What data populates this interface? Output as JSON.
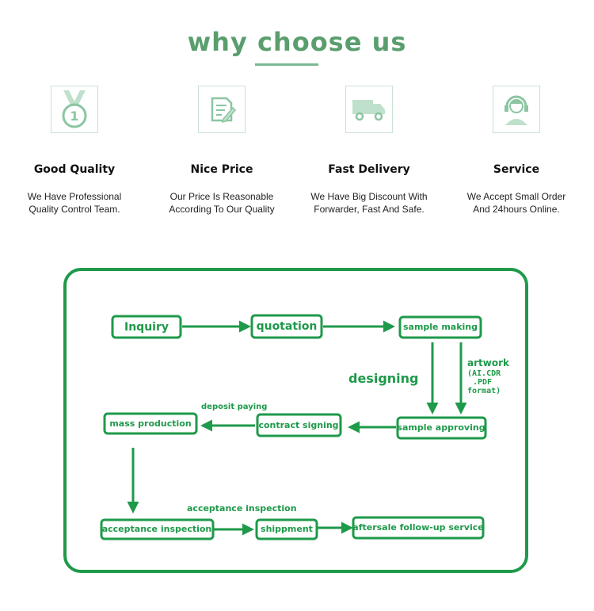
{
  "header": {
    "title": "why choose us"
  },
  "features": [
    {
      "icon": "medal-icon",
      "title": "Good Quality",
      "desc_line1": "We Have Professional",
      "desc_line2": "Quality Control Team."
    },
    {
      "icon": "document-pen-icon",
      "title": "Nice Price",
      "desc_line1": "Our Price Is Reasonable",
      "desc_line2": "According To Our Quality"
    },
    {
      "icon": "truck-icon",
      "title": "Fast Delivery",
      "desc_line1": "We Have Big Discount With",
      "desc_line2": "Forwarder, Fast And Safe."
    },
    {
      "icon": "headset-agent-icon",
      "title": "Service",
      "desc_line1": "We Accept Small Order",
      "desc_line2": "And 24hours Online."
    }
  ],
  "flow": {
    "steps": {
      "inquiry": "Inquiry",
      "quotation": "quotation",
      "sample_making": "sample making",
      "sample_approving": "sample approving",
      "contract_signing": "contract signing",
      "mass_production": "mass production",
      "acceptance_inspection": "acceptance inspection",
      "shippment": "shippment",
      "aftersale": "aftersale follow-up service"
    },
    "labels": {
      "designing": "designing",
      "artwork": "artwork",
      "artwork_formats_1": "(AI.CDR",
      "artwork_formats_2": ".PDF",
      "artwork_formats_3": "format)",
      "deposit_paying": "deposit paying",
      "acceptance_inspection_note": "acceptance inspection"
    },
    "accent_color": "#1e9a4a"
  }
}
